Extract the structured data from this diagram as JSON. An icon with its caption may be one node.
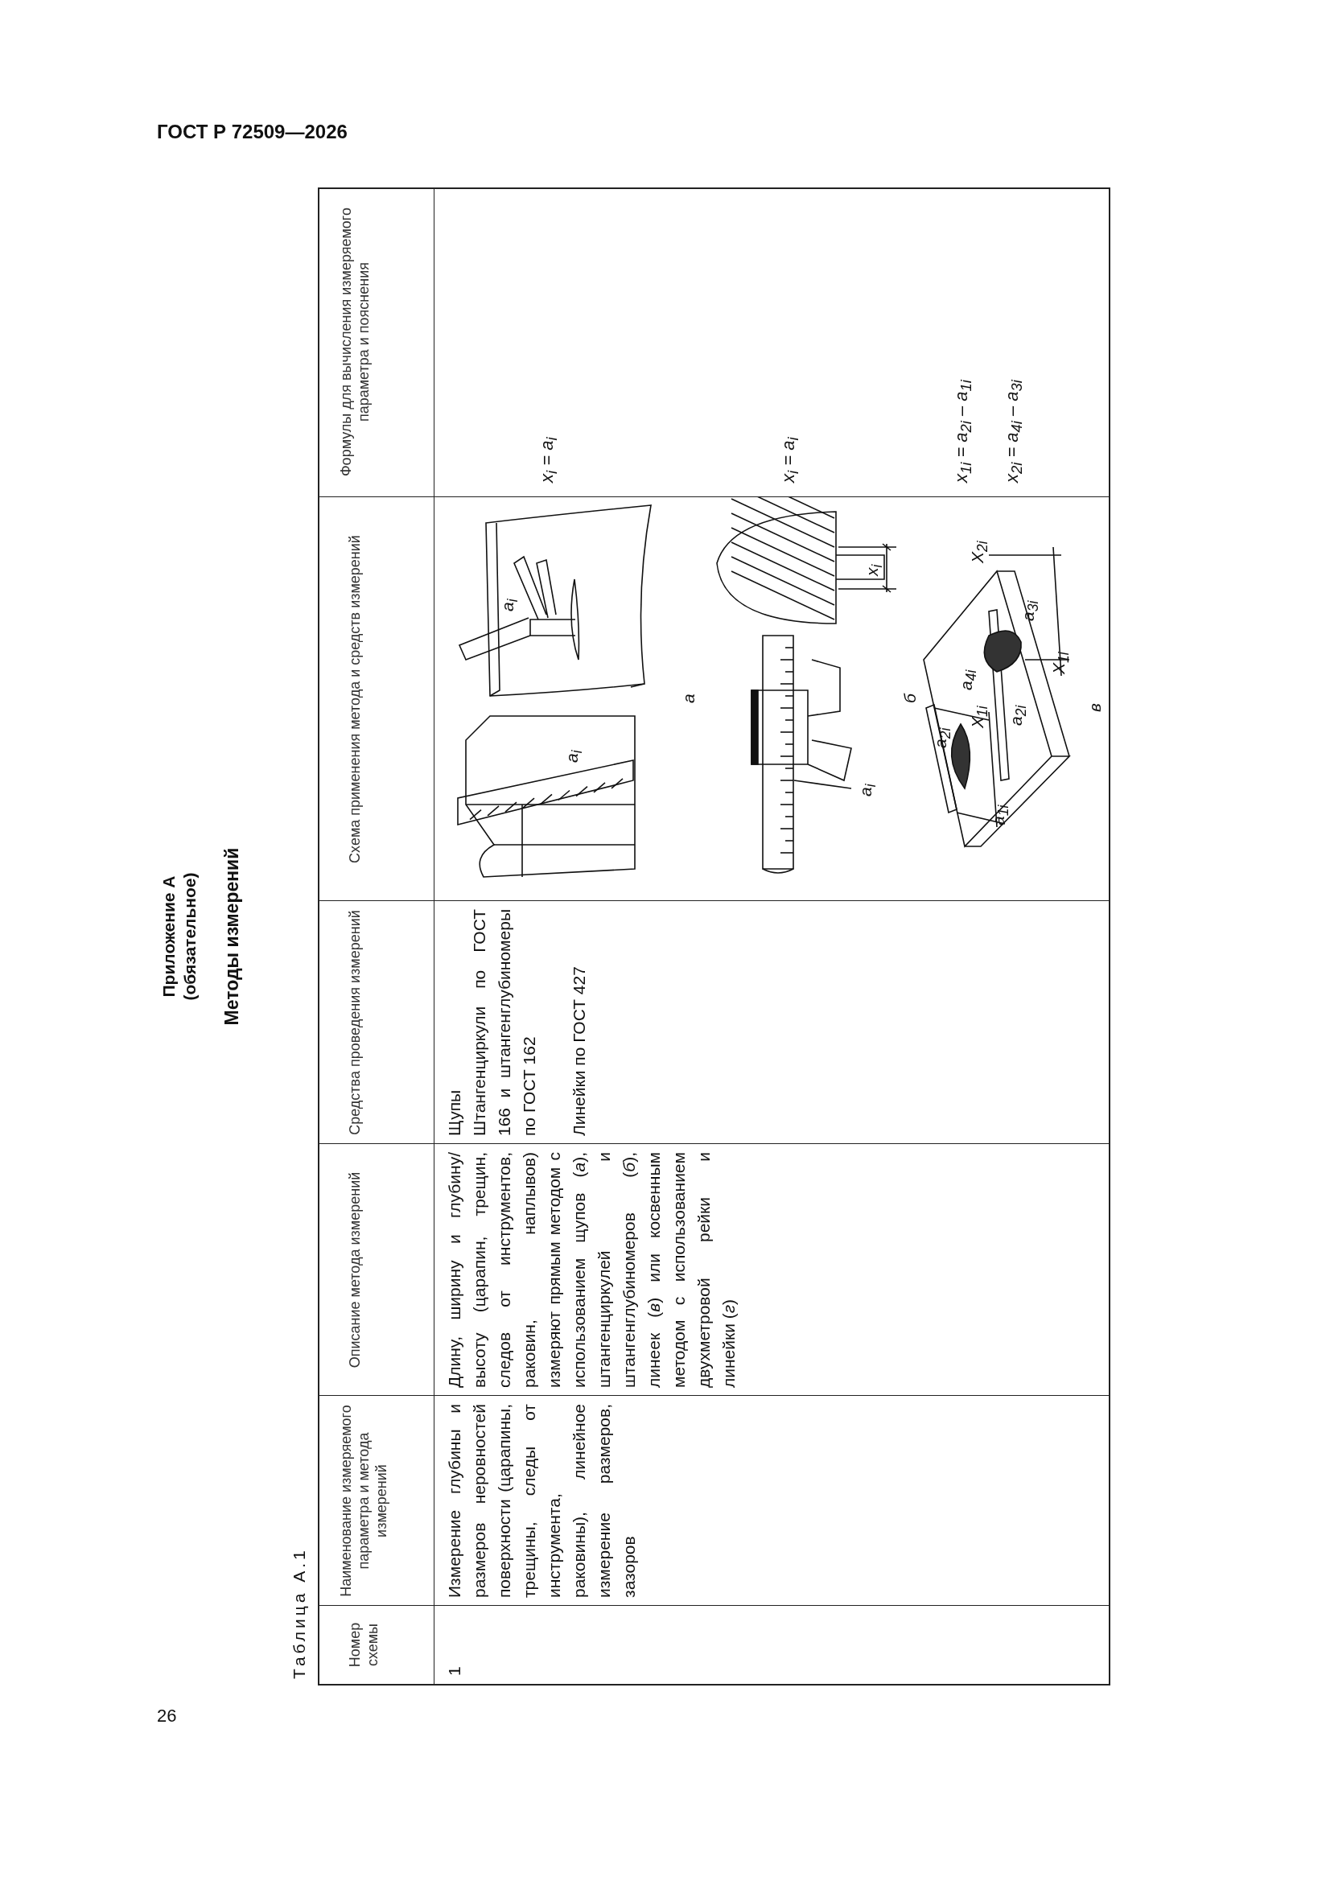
{
  "diagram": {
    "title": "Методы измерений",
    "labels": [
      "ГОСТ Р 72509—2026",
      "Приложение А",
      "(обязательное)",
      "Таблица А.1",
      "Номер схемы",
      "Наименование измеряемого параметра и метода измерений",
      "Описание метода измерений",
      "Средства проведения измерений",
      "Схема применения метода и средств измерений",
      "Формулы для вычисления измеряемого параметра и пояснения",
      "1",
      "Измерение глубины и размеров неровностей поверхности (царапины, трещины, следы от инструмента, раковины), линейное измерение размеров, зазоров",
      "Длину, ширину и глубину/высоту (царапин, трещин, следов от инструментов, раковин, наплывов) измеряют прямым методом с использованием щупов (*а*), штангенциркулей и штангенглубиномеров (*б*), линеек (*в*) или косвенным методом с использованием двухметровой рейки и линейки (*г*)",
      "Щупы",
      "Штангенциркули по ГОСТ 166 и штангенглубиномеры по ГОСТ 162",
      "Линейки по ГОСТ 427",
      "a$_{i}$",
      "a$_{i}$",
      "а",
      "a$_{i}$",
      "x$_{i}$",
      "б",
      "a$_{2i}$",
      "X$_{1i}$",
      "a$_{1i}$",
      "a$_{2i}$",
      "a$_{4i}$",
      "a$_{3i}$",
      "X$_{1i}$",
      "X$_{2i}$",
      "в",
      "x$_{i}$ = a$_{i}$",
      "x$_{i}$ = a$_{i}$",
      "x$_{1i}$ = a$_{2i}$ – a$_{1i}$",
      "x$_{2i}$ = a$_{4i}$ – a$_{3i}$",
      "26"
    ]
  }
}
